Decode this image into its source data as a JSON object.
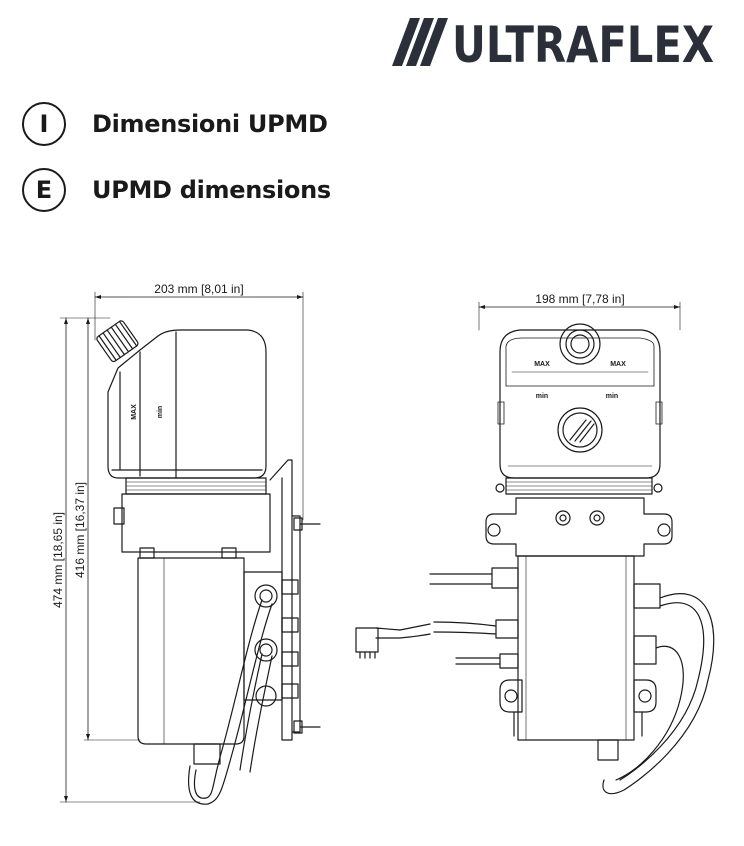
{
  "brand": {
    "name": "ULTRAFLEX"
  },
  "headings": [
    {
      "code": "I",
      "title": "Dimensioni UPMD"
    },
    {
      "code": "E",
      "title": "UPMD dimensions"
    }
  ],
  "dimensions": {
    "side_width": "203 mm [8,01 in]",
    "front_width": "198 mm [7,78 in]",
    "total_height": "474 mm [18,65 in]",
    "body_height": "416 mm [16,37 in]"
  },
  "tank_labels": {
    "max": "MAX",
    "min": "min"
  }
}
